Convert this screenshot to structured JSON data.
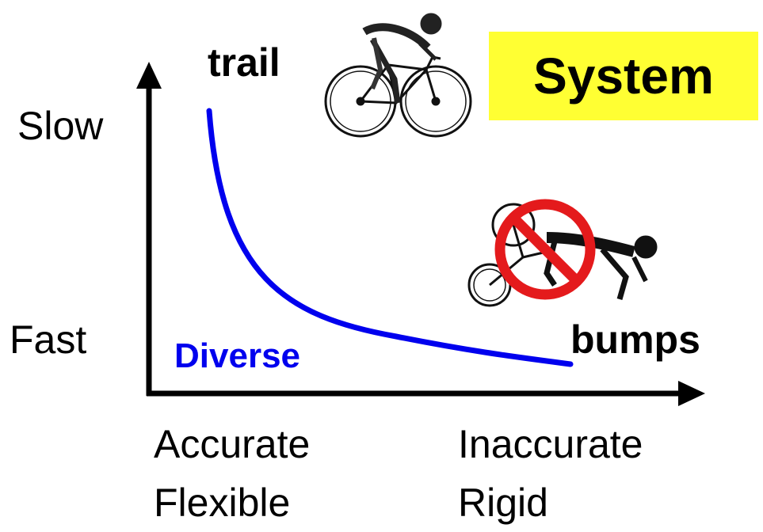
{
  "labels": {
    "y_top": "Slow",
    "y_bottom": "Fast",
    "x_left_line1": "Accurate",
    "x_left_line2": "Flexible",
    "x_right_line1": "Inaccurate",
    "x_right_line2": "Rigid",
    "trail": "trail",
    "bumps": "bumps",
    "diverse": "Diverse",
    "system": "System"
  },
  "colors": {
    "curve": "#0000ee",
    "diverse_text": "#0000ee",
    "system_box": "#ffff33",
    "axes": "#000000",
    "prohibition": "#e41a1c"
  },
  "icons": {
    "riding_cyclist": "cyclist-riding-icon",
    "crashed_cyclist": "cyclist-crash-icon",
    "prohibition": "prohibition-sign-icon"
  }
}
